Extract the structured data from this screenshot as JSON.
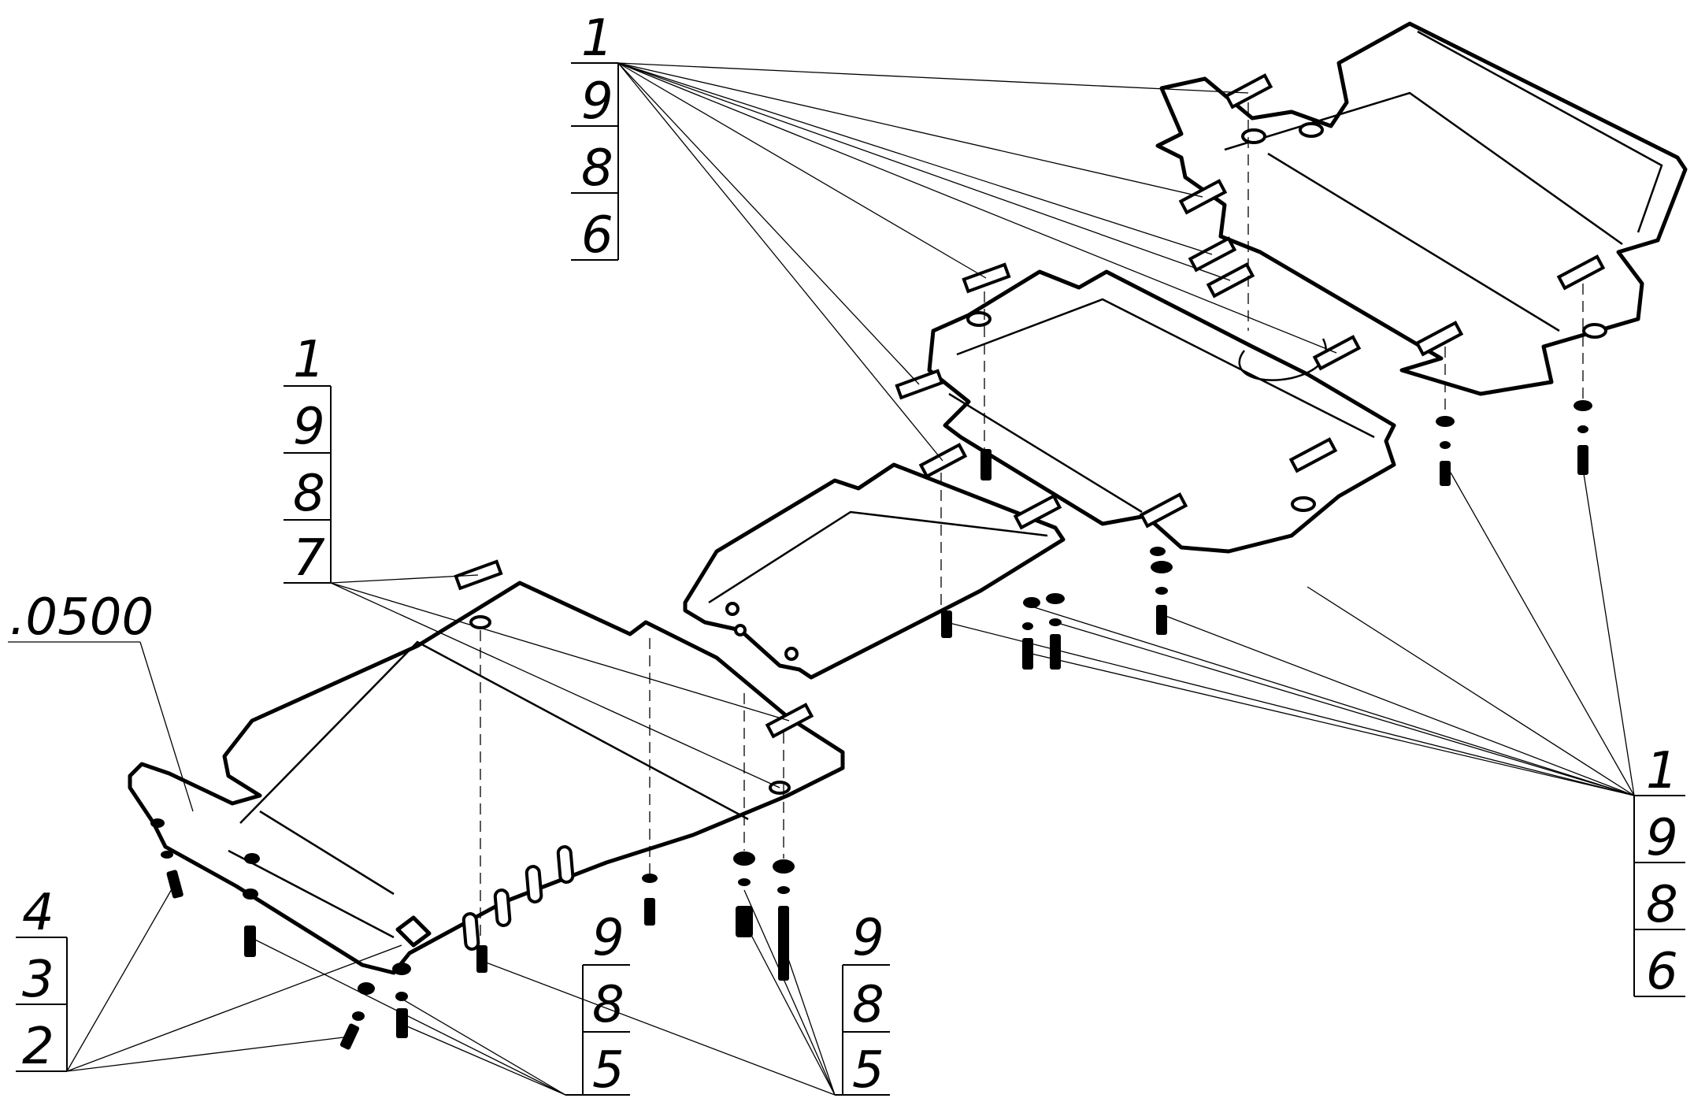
{
  "callouts": {
    "top_left": [
      "1",
      "9",
      "8",
      "6"
    ],
    "mid_left": [
      "1",
      "9",
      "8",
      "7"
    ],
    "part_label": ".0500",
    "bottom_left": [
      "4",
      "3",
      "2"
    ],
    "bottom_mid_a": [
      "9",
      "8",
      "5"
    ],
    "bottom_mid_b": [
      "9",
      "8",
      "5"
    ],
    "right": [
      "1",
      "9",
      "8",
      "6"
    ]
  }
}
